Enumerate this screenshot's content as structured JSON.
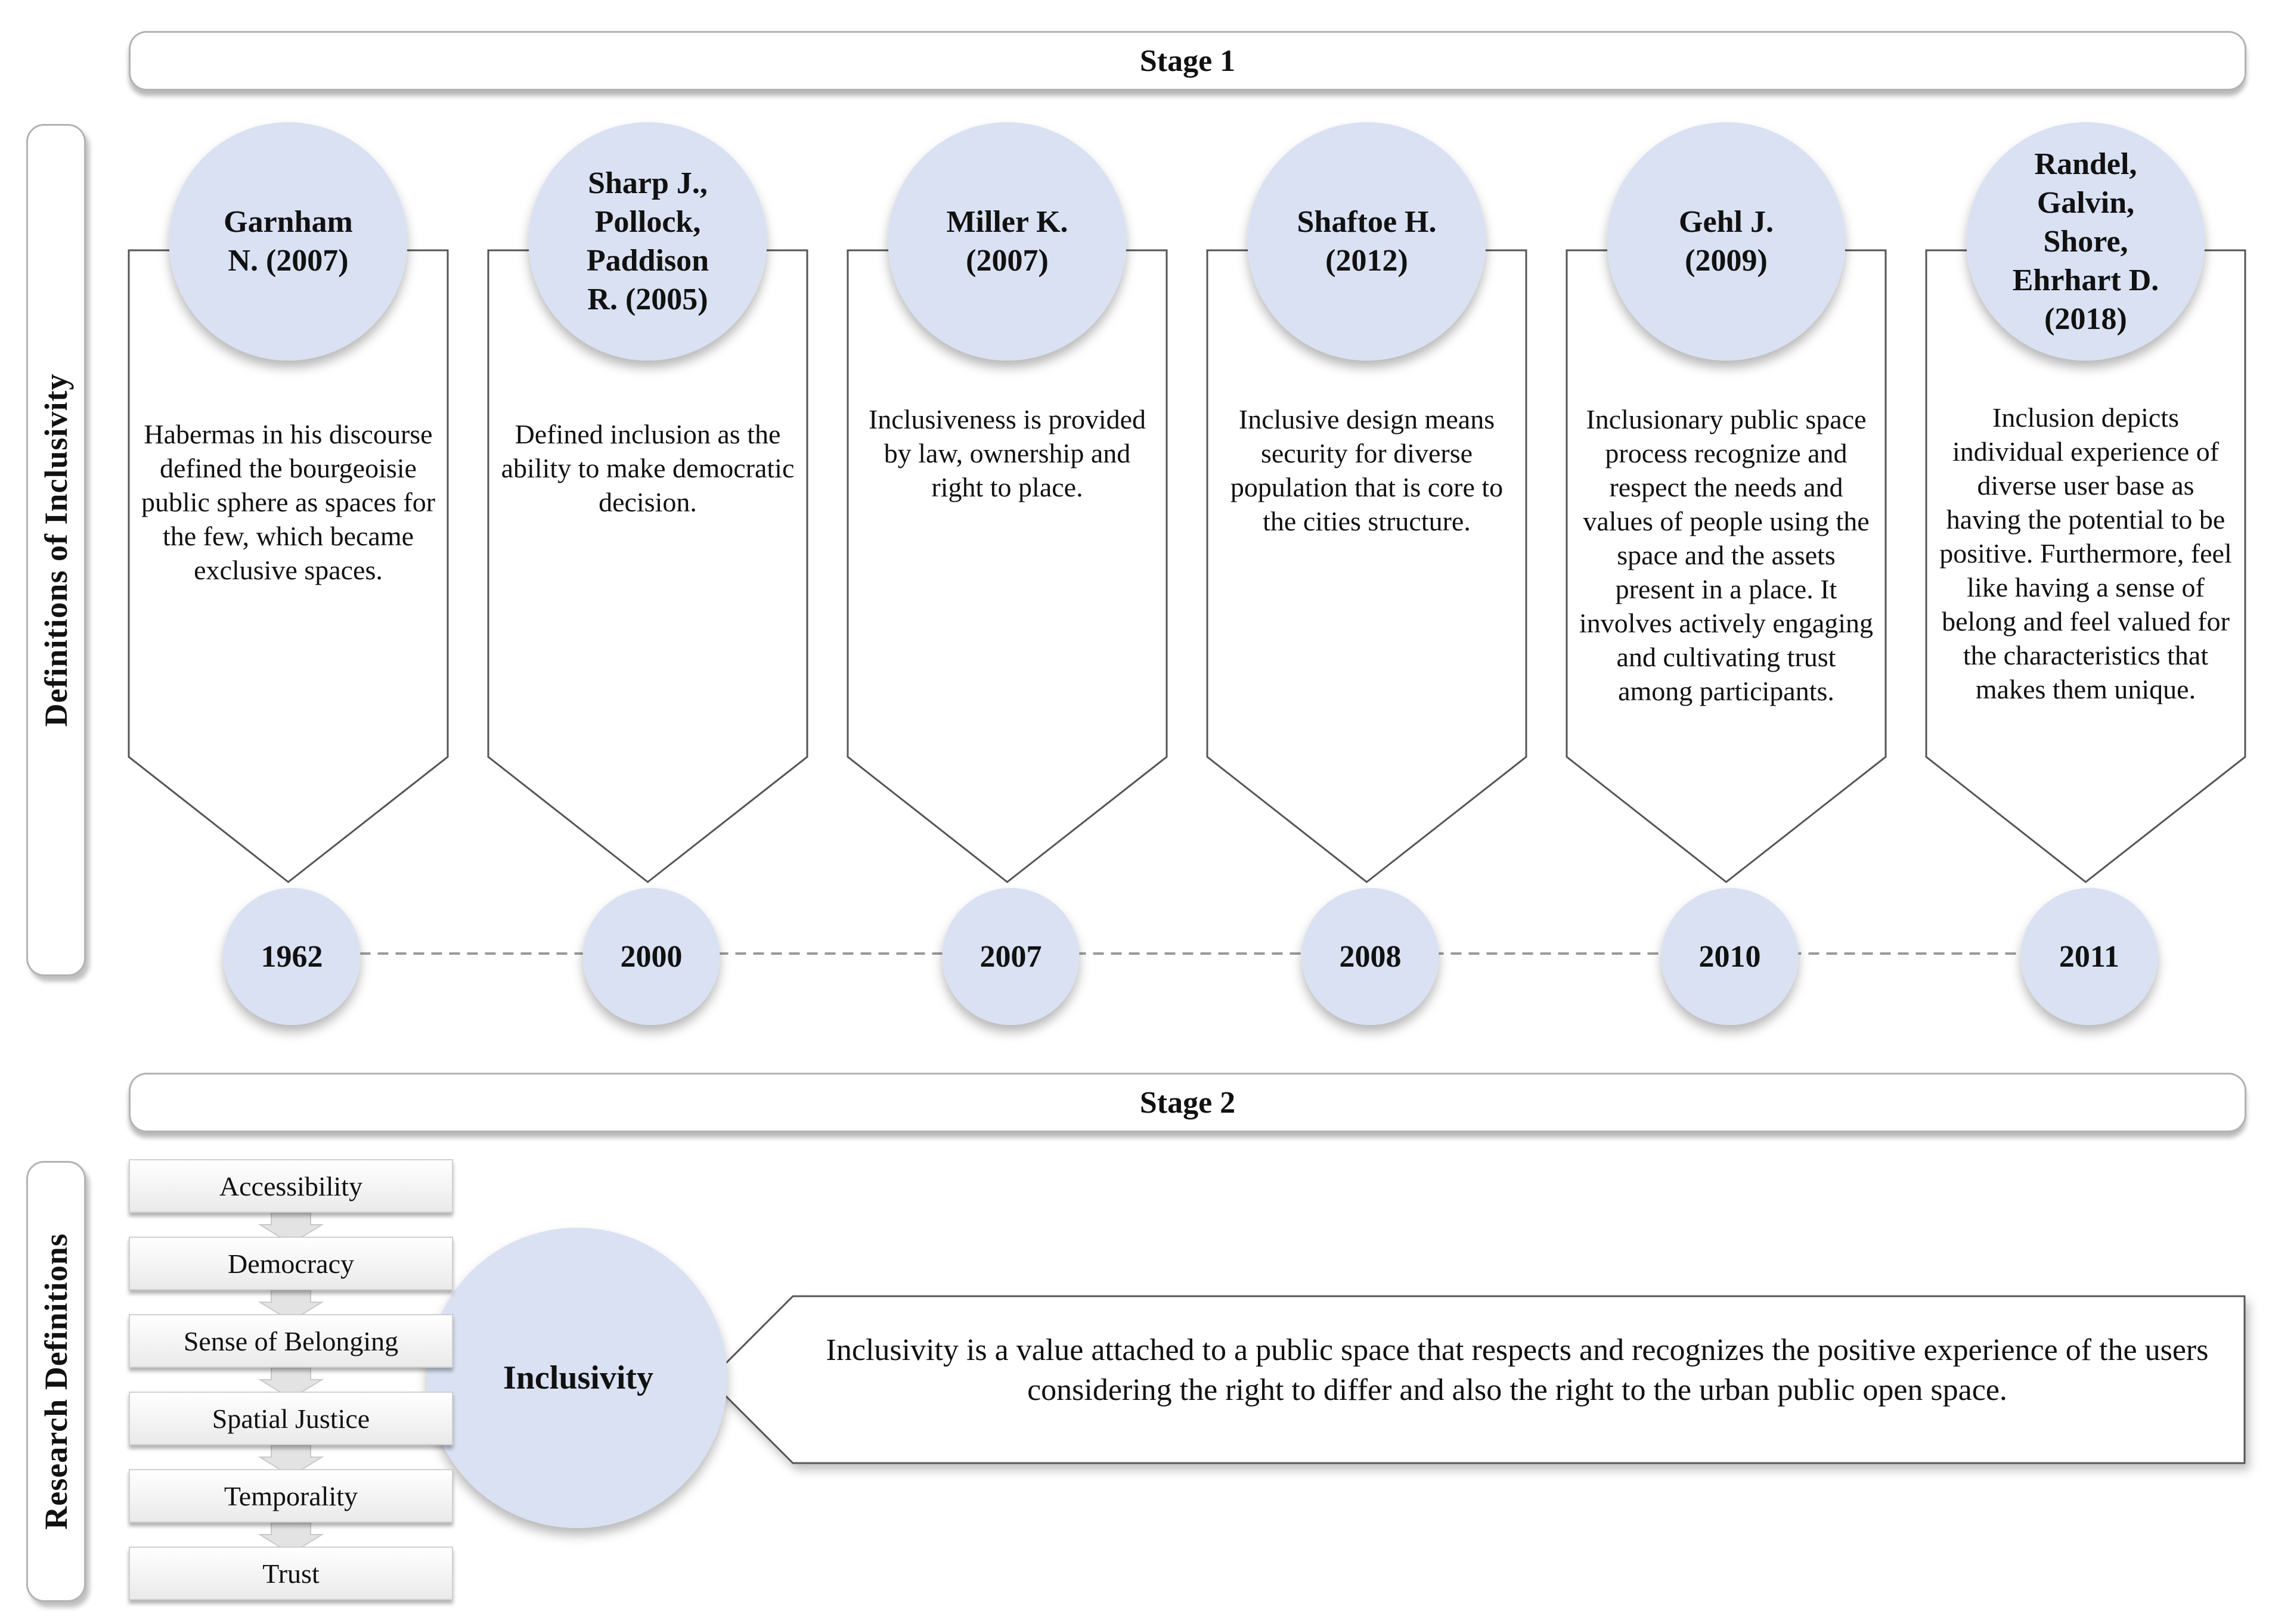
{
  "stage1": {
    "label": "Stage 1"
  },
  "stage2": {
    "label": "Stage 2"
  },
  "side_labels": {
    "definitions": "Definitions of Inclusivity",
    "research": "Research Definitions"
  },
  "timeline": [
    {
      "author": "Garnham N. (2007)",
      "year": "1962",
      "text": "Habermas in his discourse defined the bourgeoisie public sphere as spaces for the few, which became exclusive spaces."
    },
    {
      "author": "Sharp J., Pollock, Paddison R. (2005)",
      "year": "2000",
      "text": "Defined inclusion as the ability to make democratic decision."
    },
    {
      "author": "Miller K. (2007)",
      "year": "2007",
      "text": "Inclusiveness is provided by law, ownership and right to place."
    },
    {
      "author": "Shaftoe H. (2012)",
      "year": "2008",
      "text": "Inclusive design means security for diverse population that is core to the cities structure."
    },
    {
      "author": "Gehl J. (2009)",
      "year": "2010",
      "text": "Inclusionary public space process recognize and respect the needs and values of people using the space and the assets present in a place. It involves actively engaging and cultivating trust among participants."
    },
    {
      "author": "Randel, Galvin, Shore, Ehrhart D. (2018)",
      "year": "2011",
      "text": "Inclusion depicts individual experience of diverse user base as having the potential to be positive. Furthermore, feel like having a sense of belong and feel valued for the characteristics that makes them unique."
    }
  ],
  "attributes": [
    "Accessibility",
    "Democracy",
    "Sense of Belonging",
    "Spatial Justice",
    "Temporality",
    "Trust"
  ],
  "center": {
    "label": "Inclusivity"
  },
  "definition": "Inclusivity is a value attached to a public space that respects and recognizes the positive experience of the users considering the right to differ and also the right to the urban public open space.",
  "colors": {
    "circle_fill": "#d9e1f2",
    "outline": "#4d4d4d",
    "border": "#b3b3b3"
  }
}
